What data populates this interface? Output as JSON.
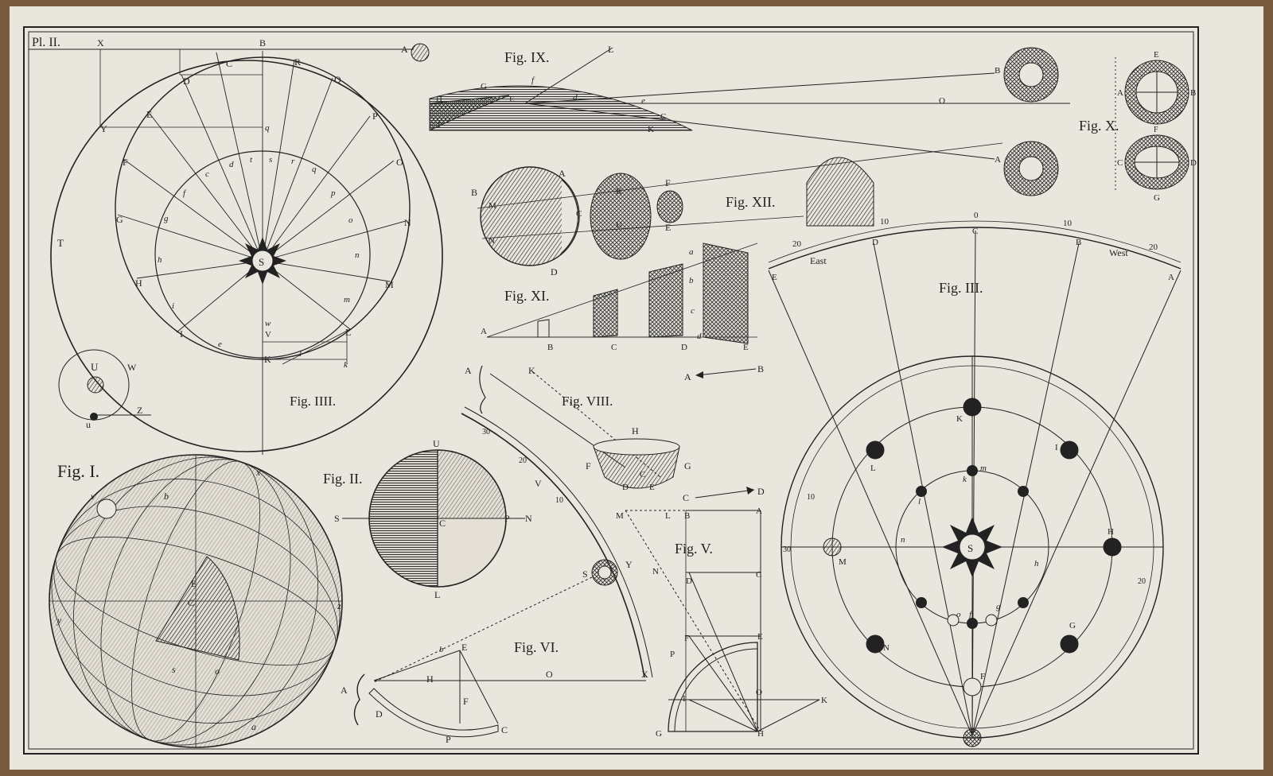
{
  "plate_label": "Pl. II.",
  "colors": {
    "paper": "#e9e6de",
    "ink": "#222222",
    "wood": "#7a5a3c"
  },
  "figures": {
    "fig1": "Fig. I.",
    "fig2": "Fig. II.",
    "fig3": "Fig. III.",
    "fig4": "Fig. IIII.",
    "fig5": "Fig. V.",
    "fig6": "Fig. VI.",
    "fig8": "Fig. VIII.",
    "fig9": "Fig. IX.",
    "fig10": "Fig. X.",
    "fig11": "Fig. XI.",
    "fig12": "Fig. XII."
  },
  "fig3_arc": {
    "east": "East",
    "west": "West",
    "top_scale": [
      "20",
      "10",
      "0",
      "10",
      "20"
    ],
    "letters": [
      "E",
      "D",
      "C",
      "B",
      "A"
    ]
  },
  "fig4_letters": {
    "outer": [
      "A",
      "R",
      "Q",
      "P",
      "O",
      "N",
      "M",
      "L",
      "K",
      "I",
      "H",
      "G",
      "F",
      "E",
      "D",
      "C",
      "B",
      "X",
      "Y",
      "T"
    ],
    "inner": [
      "c",
      "d",
      "t",
      "s",
      "r",
      "q",
      "p",
      "o",
      "n",
      "m",
      "l",
      "k",
      "i",
      "h",
      "g",
      "f",
      "e"
    ],
    "sun": "S",
    "moon_system": [
      "U",
      "W",
      "Z",
      "u"
    ],
    "side": [
      "w",
      "V",
      "K",
      "q"
    ]
  },
  "fig1_letters": [
    "v",
    "b",
    "x",
    "E",
    "C",
    "y",
    "z",
    "a",
    "o",
    "s"
  ],
  "fig2_letters": {
    "top": "U",
    "bottom": "L",
    "left": "S",
    "right": "N",
    "center": "C",
    "r": "P"
  },
  "fig3_planet_labels": [
    "K",
    "I",
    "L",
    "H",
    "M",
    "N",
    "G",
    "F",
    "S",
    "k",
    "l",
    "m",
    "h",
    "o",
    "f",
    "g",
    "n"
  ],
  "fig5_letters": [
    "M",
    "L",
    "B",
    "A",
    "N",
    "D",
    "C",
    "F",
    "E",
    "P",
    "I",
    "O",
    "K",
    "G",
    "H"
  ],
  "fig6_letters": [
    "S",
    "b",
    "E",
    "A",
    "H",
    "O",
    "F",
    "D",
    "P",
    "C",
    "X"
  ],
  "fig8_letters": [
    "A",
    "K",
    "H",
    "F",
    "G",
    "C",
    "D",
    "E",
    "V",
    "Y"
  ],
  "fig9_letters": [
    "L",
    "G",
    "f",
    "H",
    "E",
    "d",
    "e",
    "C",
    "K",
    "I",
    "B",
    "A",
    "O"
  ],
  "fig10_letters": [
    "E",
    "A",
    "B",
    "F",
    "C",
    "D",
    "G"
  ],
  "fig11_letters": [
    "A",
    "B",
    "C",
    "D",
    "E",
    "a",
    "b",
    "c",
    "d"
  ],
  "fig12_letters": [
    "A",
    "B",
    "M",
    "C",
    "N",
    "D",
    "F",
    "E",
    "K",
    "U"
  ],
  "arrow_labels": [
    [
      "A",
      "B"
    ],
    [
      "C",
      "D"
    ]
  ],
  "scale_numbers": [
    "10",
    "20",
    "30"
  ]
}
